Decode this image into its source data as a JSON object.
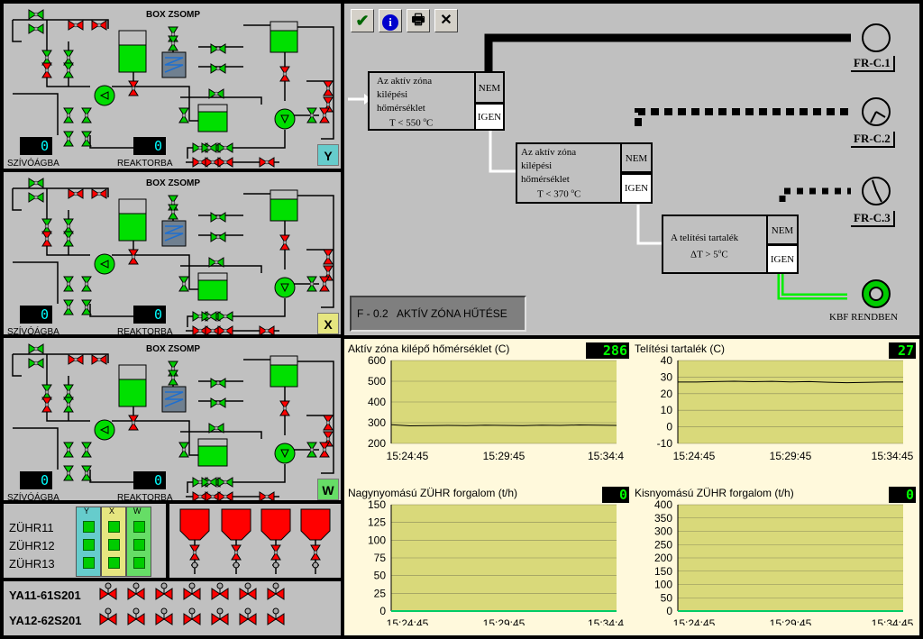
{
  "mimics": [
    {
      "box_label": "BOX ZSOMP",
      "left_value": "0",
      "right_value": "0",
      "left_label": "SZÍVÓÁGBA",
      "right_label": "REAKTORBA",
      "tag": "Y",
      "tag_color": "#66cccc"
    },
    {
      "box_label": "BOX ZSOMP",
      "left_value": "0",
      "right_value": "0",
      "left_label": "SZÍVÓÁGBA",
      "right_label": "REAKTORBA",
      "tag": "X",
      "tag_color": "#e6e680"
    },
    {
      "box_label": "BOX ZSOMP",
      "left_value": "0",
      "right_value": "0",
      "left_label": "SZÍVÓÁGBA",
      "right_label": "REAKTORBA",
      "tag": "W",
      "tag_color": "#66dd66"
    }
  ],
  "zuhr": {
    "col_headers": [
      "Y",
      "X",
      "W"
    ],
    "rows": [
      "ZÜHR11",
      "ZÜHR12",
      "ZÜHR13"
    ],
    "col_colors": [
      "#66cccc",
      "#e6e680",
      "#66dd66"
    ]
  },
  "ya_rows": [
    "YA11-61S201",
    "YA12-62S201"
  ],
  "toolbar": {
    "icons": [
      "check-icon",
      "info-icon",
      "print-icon",
      "close-icon"
    ]
  },
  "flow": {
    "box1": {
      "line1": "Az aktív zóna",
      "line2": "kilépési",
      "line3": "hőmérséklet",
      "cond": "T < 550",
      "unit": "C",
      "no": "NEM",
      "yes": "IGEN"
    },
    "box2": {
      "line1": "Az aktív zóna",
      "line2": "kilépési",
      "line3": "hőmérséklet",
      "cond": "T < 370",
      "unit": "C",
      "no": "NEM",
      "yes": "IGEN"
    },
    "box3": {
      "line1": "A telítési tartalék",
      "cond": "ΔT > 5",
      "unit": "C",
      "no": "NEM",
      "yes": "IGEN"
    },
    "fr1": "FR-C.1",
    "fr2": "FR-C.2",
    "fr3": "FR-C.3",
    "kbf": "KBF RENDBEN",
    "title": "F - 0.2   AKTÍV ZÓNA HŰTÉSE"
  },
  "colors": {
    "panel": "#c0c0c0",
    "chart_bg": "#d9d97a",
    "valve_red": "#ff0000",
    "valve_green": "#00cc00",
    "pipe": "#000000",
    "active_pipe": "#33cc33",
    "tank": "#00e000"
  },
  "chart_data": [
    {
      "type": "line",
      "title": "Aktív zóna kilépő hőmérséklet (C)",
      "value_display": "286",
      "x": [
        "15:24:45",
        "15:29:45",
        "15:34:4"
      ],
      "ylim": [
        200,
        600
      ],
      "yticks": [
        200,
        300,
        400,
        500,
        600
      ],
      "series": [
        {
          "values": [
            290,
            285,
            286,
            287,
            286,
            288,
            287,
            286,
            288,
            287,
            289,
            288,
            287
          ]
        }
      ]
    },
    {
      "type": "line",
      "title": "Telítési tartalék (C)",
      "value_display": "27",
      "x": [
        "15:24:45",
        "15:29:45",
        "15:34:45"
      ],
      "ylim": [
        -10,
        40
      ],
      "yticks": [
        -10,
        0,
        10,
        20,
        30,
        40
      ],
      "series": [
        {
          "values": [
            27,
            27,
            27.3,
            27.5,
            27.2,
            27.4,
            27.1,
            27.3,
            26.9,
            26.6,
            26.8,
            27,
            27
          ]
        }
      ]
    },
    {
      "type": "line",
      "title": "Nagynyomású ZÜHR forgalom (t/h)",
      "value_display": "0",
      "x": [
        "15:24:45",
        "15:29:45",
        "15:34:4"
      ],
      "ylim": [
        0,
        150
      ],
      "yticks": [
        0,
        25,
        50,
        75,
        100,
        125,
        150
      ],
      "series": [
        {
          "values": [
            0,
            0,
            0,
            0,
            0,
            0,
            0,
            0,
            0,
            0,
            0,
            0,
            0
          ]
        }
      ]
    },
    {
      "type": "line",
      "title": "Kisnyomású ZÜHR forgalom (t/h)",
      "value_display": "0",
      "x": [
        "15:24:45",
        "15:29:45",
        "15:34:45"
      ],
      "ylim": [
        0,
        400
      ],
      "yticks": [
        0,
        50,
        100,
        150,
        200,
        250,
        300,
        350,
        400
      ],
      "series": [
        {
          "values": [
            0,
            0,
            0,
            0,
            0,
            0,
            0,
            0,
            0,
            0,
            0,
            0,
            0
          ]
        }
      ]
    }
  ]
}
